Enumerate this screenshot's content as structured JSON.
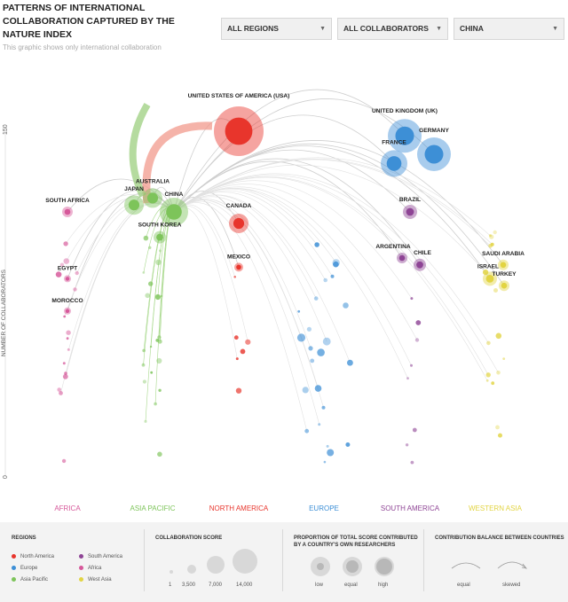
{
  "header": {
    "title": "PATTERNS OF INTERNATIONAL COLLABORATION CAPTURED BY THE NATURE INDEX",
    "subtitle": "This graphic shows only international collaboration"
  },
  "filters": [
    {
      "label": "ALL REGIONS"
    },
    {
      "label": "ALL COLLABORATORS"
    },
    {
      "label": "CHINA"
    }
  ],
  "chart_data": {
    "type": "scatter",
    "ylabel": "NUMBER OF COLLABORATORS",
    "y_ticks": [
      "150",
      "0"
    ],
    "ylim": [
      0,
      150
    ],
    "regions": [
      {
        "name": "AFRICA",
        "color": "#d6589a"
      },
      {
        "name": "ASIA PACIFIC",
        "color": "#7dc45a"
      },
      {
        "name": "NORTH AMERICA",
        "color": "#e8352c"
      },
      {
        "name": "EUROPE",
        "color": "#3d8fd6"
      },
      {
        "name": "SOUTH AMERICA",
        "color": "#8e4495"
      },
      {
        "name": "WESTERN ASIA",
        "color": "#e2d442"
      }
    ],
    "countries": [
      {
        "name": "UNITED STATES OF AMERICA (USA)",
        "region": 2,
        "collaborators": 150
      },
      {
        "name": "UNITED KINGDOM (UK)",
        "region": 3,
        "collaborators": 148
      },
      {
        "name": "GERMANY",
        "region": 3,
        "collaborators": 140
      },
      {
        "name": "FRANCE",
        "region": 3,
        "collaborators": 136
      },
      {
        "name": "AUSTRALIA",
        "region": 1,
        "collaborators": 121
      },
      {
        "name": "JAPAN",
        "region": 1,
        "collaborators": 118
      },
      {
        "name": "CHINA",
        "region": 1,
        "collaborators": 115
      },
      {
        "name": "SOUTH AFRICA",
        "region": 0,
        "collaborators": 115
      },
      {
        "name": "CANADA",
        "region": 2,
        "collaborators": 110
      },
      {
        "name": "BRAZIL",
        "region": 4,
        "collaborators": 115
      },
      {
        "name": "SOUTH KOREA",
        "region": 1,
        "collaborators": 104
      },
      {
        "name": "ARGENTINA",
        "region": 4,
        "collaborators": 95
      },
      {
        "name": "CHILE",
        "region": 4,
        "collaborators": 92
      },
      {
        "name": "MEXICO",
        "region": 2,
        "collaborators": 91
      },
      {
        "name": "EGYPT",
        "region": 0,
        "collaborators": 86
      },
      {
        "name": "SAUDI ARABIA",
        "region": 5,
        "collaborators": 92
      },
      {
        "name": "ISRAEL",
        "region": 5,
        "collaborators": 86
      },
      {
        "name": "TURKEY",
        "region": 5,
        "collaborators": 83
      },
      {
        "name": "MOROCCO",
        "region": 0,
        "collaborators": 72
      }
    ]
  },
  "legend": {
    "regions": {
      "heading": "REGIONS",
      "items": [
        {
          "label": "North America",
          "color": "#e8352c"
        },
        {
          "label": "South America",
          "color": "#8e4495"
        },
        {
          "label": "Europe",
          "color": "#3d8fd6"
        },
        {
          "label": "Africa",
          "color": "#d6589a"
        },
        {
          "label": "Asia Pacific",
          "color": "#7dc45a"
        },
        {
          "label": "West Asia",
          "color": "#e2d442"
        }
      ]
    },
    "score": {
      "heading": "COLLABORATION SCORE",
      "items": [
        {
          "label": "1"
        },
        {
          "label": "3,500"
        },
        {
          "label": "7,000"
        },
        {
          "label": "14,000"
        }
      ]
    },
    "proportion": {
      "heading": "PROPORTION OF TOTAL SCORE CONTRIBUTED BY A COUNTRY'S OWN RESEARCHERS",
      "items": [
        {
          "label": "low"
        },
        {
          "label": "equal"
        },
        {
          "label": "high"
        }
      ]
    },
    "balance": {
      "heading": "CONTRIBUTION BALANCE BETWEEN COUNTRIES",
      "items": [
        {
          "label": "equal"
        },
        {
          "label": "skewed"
        }
      ]
    }
  }
}
